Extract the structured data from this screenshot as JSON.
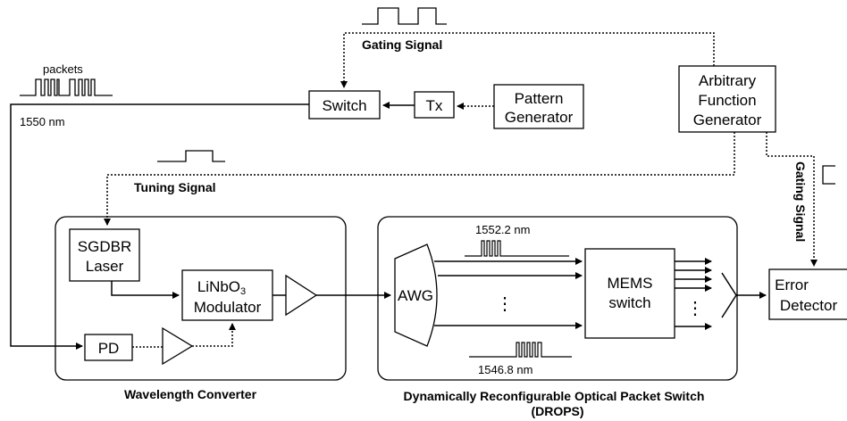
{
  "labels": {
    "packets": "packets",
    "wavelength_in": "1550 nm",
    "gating_signal_top": "Gating Signal",
    "tuning_signal": "Tuning Signal",
    "gating_signal_side": "Gating Signal",
    "switch": "Switch",
    "tx": "Tx",
    "pattern_generator": [
      "Pattern",
      "Generator"
    ],
    "afg": [
      "Arbitrary",
      "Function",
      "Generator"
    ],
    "sgdbr": [
      "SGDBR",
      "Laser"
    ],
    "modulator_line1": "LiNbO",
    "modulator_sub": "3",
    "modulator_line2": "Modulator",
    "pd": "PD",
    "awg": "AWG",
    "mems": [
      "MEMS",
      "switch"
    ],
    "error_detector": [
      "Error",
      "Detector"
    ],
    "wl_high": "1552.2 nm",
    "wl_low": "1546.8 nm",
    "vdots": "⋮",
    "wavelength_converter": "Wavelength Converter",
    "drops_line1": "Dynamically Reconfigurable Optical Packet Switch",
    "drops_line2": "(DROPS)"
  }
}
